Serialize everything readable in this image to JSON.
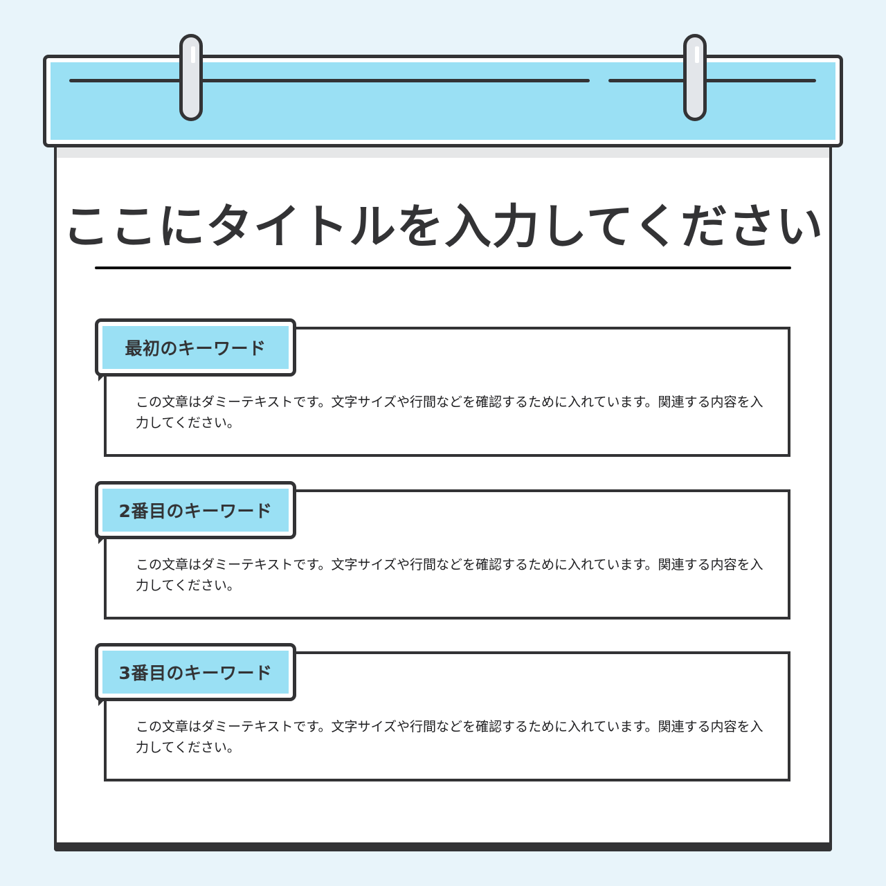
{
  "colors": {
    "background": "#e8f4fa",
    "accent": "#9ae0f4",
    "outline": "#333335",
    "paper": "#ffffff"
  },
  "header": {
    "title": "ここにタイトルを入力してください"
  },
  "sections": [
    {
      "label": "最初のキーワード",
      "body": "この文章はダミーテキストです。文字サイズや行間などを確認するために入れています。関連する内容を入力してください。"
    },
    {
      "label": "2番目のキーワード",
      "body": "この文章はダミーテキストです。文字サイズや行間などを確認するために入れています。関連する内容を入力してください。"
    },
    {
      "label": "3番目のキーワード",
      "body": "この文章はダミーテキストです。文字サイズや行間などを確認するために入れています。関連する内容を入力してください。"
    }
  ]
}
